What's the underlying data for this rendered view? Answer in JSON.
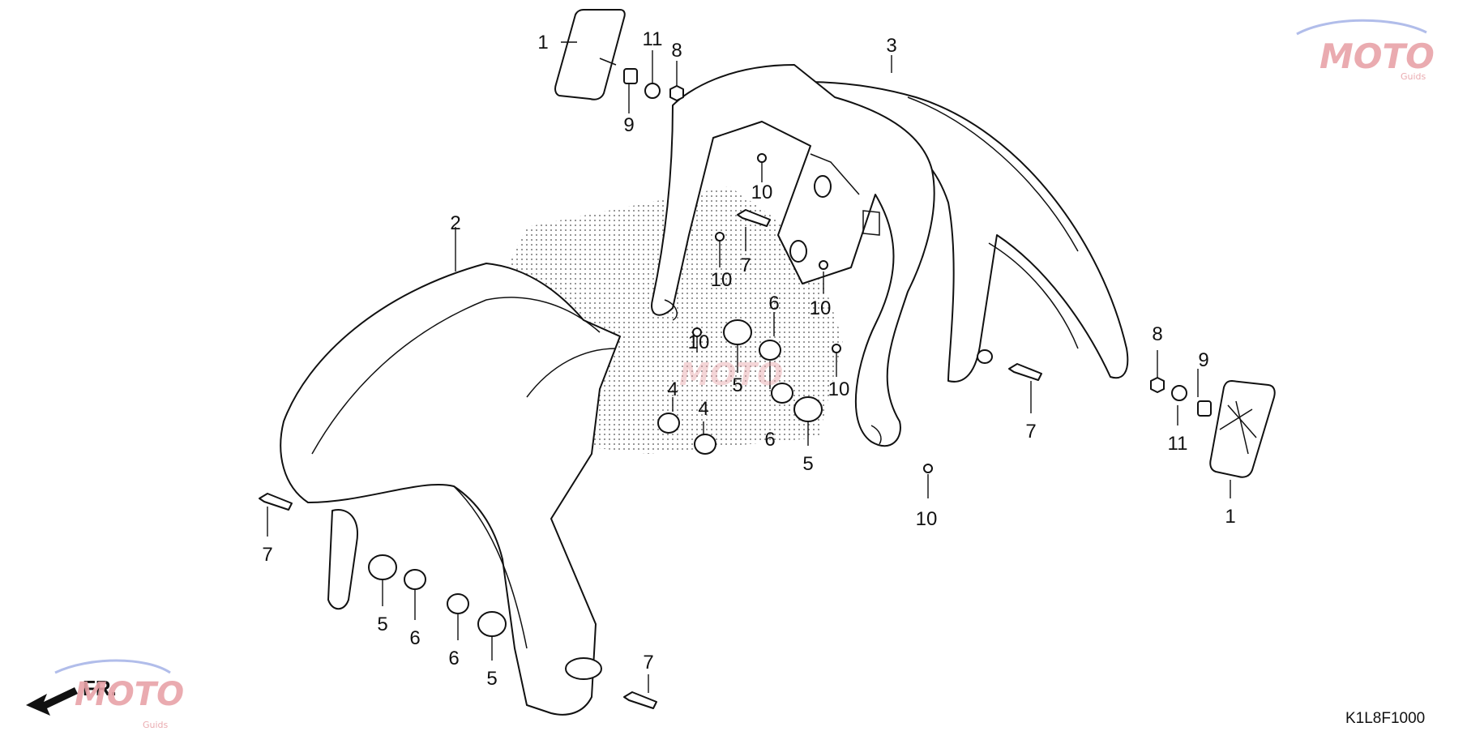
{
  "diagram": {
    "code": "K1L8F1000",
    "front_label": "FR.",
    "watermark": {
      "text": "MOTO",
      "sub": "Guids",
      "color": "#e8a3a8",
      "accent": "#a9b6e8"
    },
    "callouts": [
      {
        "id": "c1a",
        "label": "1"
      },
      {
        "id": "c11a",
        "label": "11"
      },
      {
        "id": "c8a",
        "label": "8"
      },
      {
        "id": "c9a",
        "label": "9"
      },
      {
        "id": "c3",
        "label": "3"
      },
      {
        "id": "c2",
        "label": "2"
      },
      {
        "id": "c10a",
        "label": "10"
      },
      {
        "id": "c7a",
        "label": "7"
      },
      {
        "id": "c10b",
        "label": "10"
      },
      {
        "id": "c6a",
        "label": "6"
      },
      {
        "id": "c10c",
        "label": "10"
      },
      {
        "id": "c10d",
        "label": "10"
      },
      {
        "id": "c4a",
        "label": "4"
      },
      {
        "id": "c5a",
        "label": "5"
      },
      {
        "id": "c10e",
        "label": "10"
      },
      {
        "id": "c4b",
        "label": "4"
      },
      {
        "id": "c6b",
        "label": "6"
      },
      {
        "id": "c5b",
        "label": "5"
      },
      {
        "id": "c10f",
        "label": "10"
      },
      {
        "id": "c8b",
        "label": "8"
      },
      {
        "id": "c9b",
        "label": "9"
      },
      {
        "id": "c7b",
        "label": "7"
      },
      {
        "id": "c11b",
        "label": "11"
      },
      {
        "id": "c1b",
        "label": "1"
      },
      {
        "id": "c7c",
        "label": "7"
      },
      {
        "id": "c5c",
        "label": "5"
      },
      {
        "id": "c6c",
        "label": "6"
      },
      {
        "id": "c6d",
        "label": "6"
      },
      {
        "id": "c5d",
        "label": "5"
      },
      {
        "id": "c7d",
        "label": "7"
      }
    ]
  }
}
